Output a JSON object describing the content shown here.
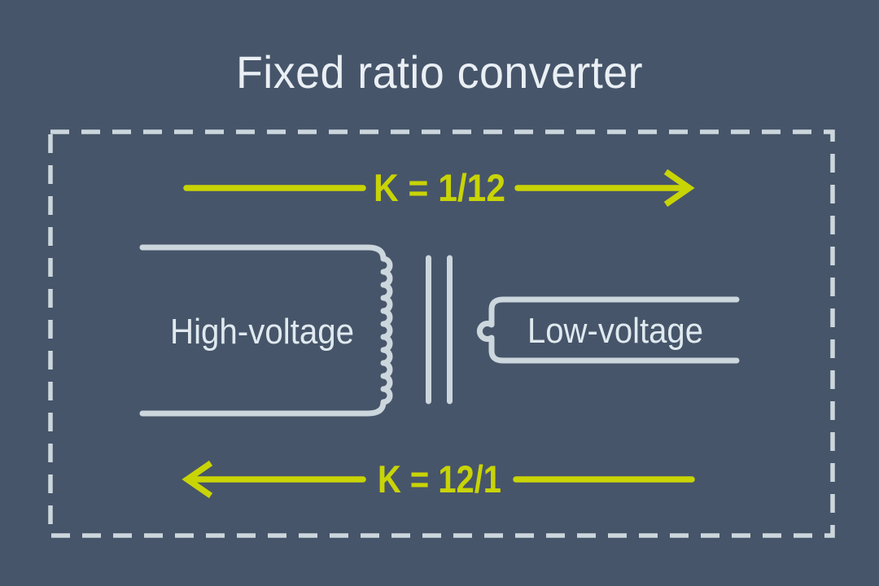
{
  "title": "Fixed ratio converter",
  "arrows": {
    "top": {
      "label": "K = 1/12",
      "direction": "right"
    },
    "bottom": {
      "label": "K = 12/1",
      "direction": "left"
    }
  },
  "transformer": {
    "primary_label": "High-voltage",
    "secondary_label": "Low-voltage"
  },
  "colors": {
    "background": "#47556A",
    "line_light": "#CCD6DD",
    "accent_yellow": "#C9D405",
    "title_text": "#E9EFF4",
    "label_text": "#DFE9EF"
  }
}
